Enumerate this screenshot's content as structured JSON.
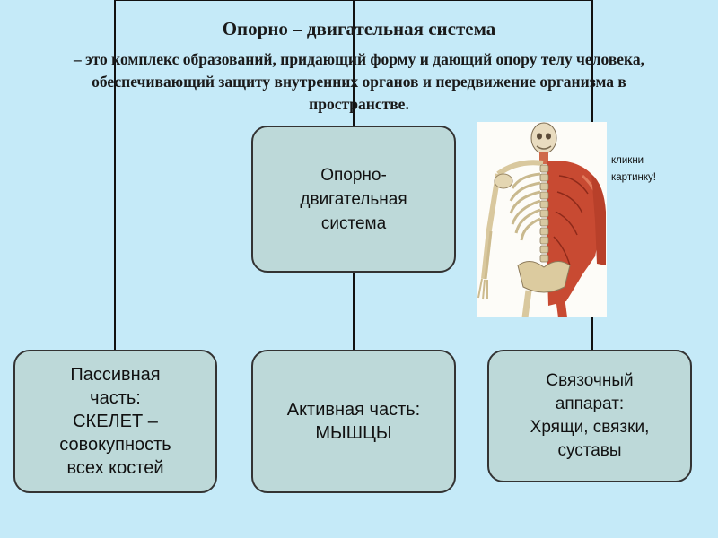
{
  "slide": {
    "title": "Опорно – двигательная система",
    "definition": "– это комплекс образований, придающий форму и дающий опору телу человека, обеспечивающий защиту внутренних органов и передвижение организма в пространстве."
  },
  "hierarchy": {
    "root": "Опорно-\nдвигательная\nсистема",
    "children": [
      {
        "text": "Пассивная\nчасть:\nСКЕЛЕТ –\nсовокупность\nвсех костей"
      },
      {
        "text": "Активная часть:\nМЫШЦЫ"
      },
      {
        "text": "Связочный\nаппарат:\nХрящи, связки,\nсуставы"
      }
    ]
  },
  "picture": {
    "subject": "human-anatomy-skeleton-muscles",
    "hint": "кликни\nкартинку!"
  },
  "colors": {
    "background": "#c5eaf8",
    "box_fill": "#bdd9d9",
    "box_border": "#333333"
  }
}
